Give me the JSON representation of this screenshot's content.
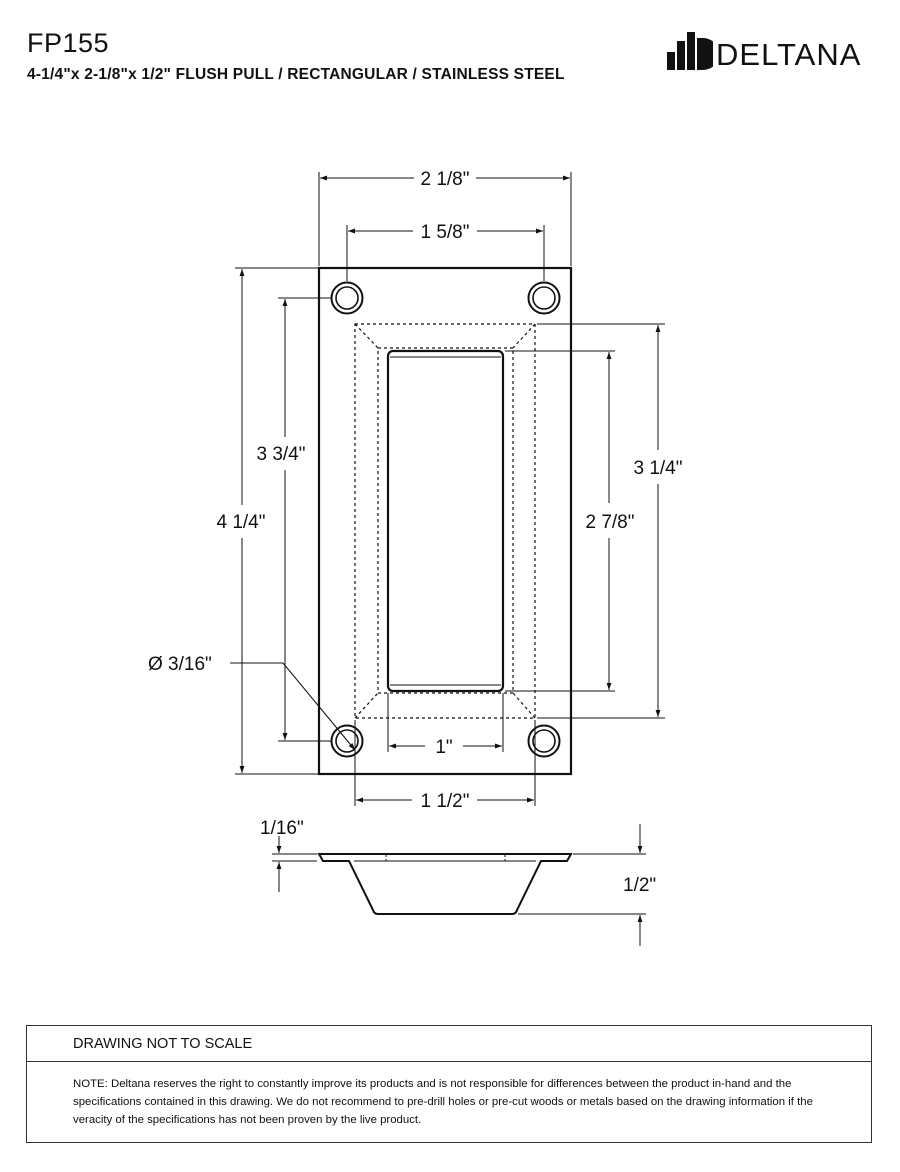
{
  "header": {
    "product_code": "FP155",
    "subtitle": "4-1/4\"x 2-1/8\"x 1/2\" FLUSH PULL / RECTANGULAR / STAINLESS STEEL"
  },
  "logo": {
    "text": "DELTANA"
  },
  "dimensions": {
    "overall_width": "2 1/8\"",
    "hole_spacing_width": "1 5/8\"",
    "hole_spacing_height": "3 3/4\"",
    "overall_height": "4 1/4\"",
    "recess_outer_height": "3 1/4\"",
    "recess_inner_height": "2 7/8\"",
    "hole_diameter": "Ø 3/16\"",
    "recess_inner_width": "1\"",
    "recess_outer_width": "1 1/2\"",
    "flange_thickness": "1/16\"",
    "total_depth": "1/2\""
  },
  "notes": {
    "heading": "DRAWING NOT TO SCALE",
    "text": "NOTE: Deltana reserves the right to constantly improve its products and is not responsible for differences between the product in-hand and the specifications contained in this drawing.  We do not recommend to pre-drill holes or pre-cut woods or metals based on the drawing information if the veracity of the specifications has not been proven by the live product."
  }
}
